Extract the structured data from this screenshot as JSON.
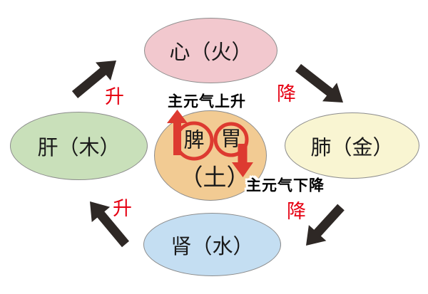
{
  "nodes": {
    "heart": {
      "label": "心（火）",
      "fill": "#f2c8ce"
    },
    "lung": {
      "label": "肺（金）",
      "fill": "#f9f5d2"
    },
    "kidney": {
      "label": "肾（水）",
      "fill": "#c4def2"
    },
    "liver": {
      "label": "肝（木）",
      "fill": "#c9e0ba"
    },
    "earth": {
      "spleen_label": "脾",
      "stomach_label": "胃",
      "element_label": "（土）",
      "fill": "#f2cb93"
    }
  },
  "flow_labels": {
    "ascend_top": "升",
    "descend_top": "降",
    "ascend_bottom": "升",
    "descend_bottom": "降"
  },
  "annotations": {
    "spleen_qi": "主元气上升",
    "stomach_qi": "主元气下降"
  },
  "colors": {
    "arrow_black": "#2e2825",
    "accent_red": "#dd3a30",
    "label_red": "#e60012",
    "ellipse_border": "#8c8c8c",
    "background": "#ffffff"
  }
}
